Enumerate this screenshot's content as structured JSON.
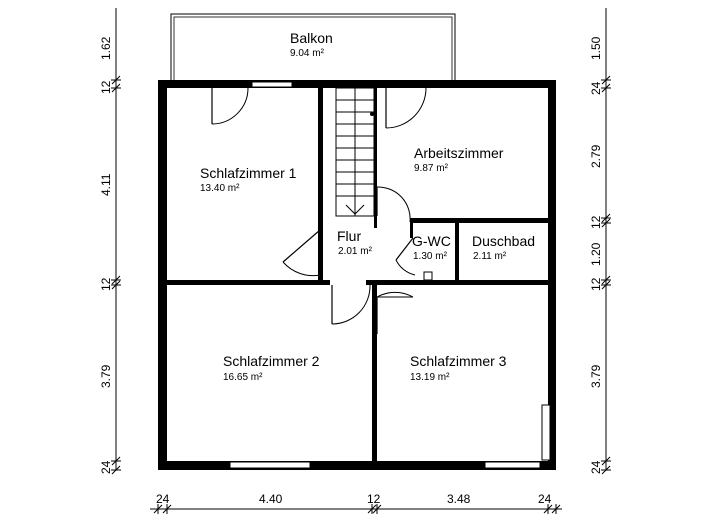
{
  "rooms": {
    "balkon": {
      "name": "Balkon",
      "area": "9.04 m²"
    },
    "schlafzimmer1": {
      "name": "Schlafzimmer 1",
      "area": "13.40 m²"
    },
    "arbeitszimmer": {
      "name": "Arbeitszimmer",
      "area": "9.87 m²"
    },
    "flur": {
      "name": "Flur",
      "area": "2.01 m²"
    },
    "gwc": {
      "name": "G-WC",
      "area": "1.30 m²"
    },
    "duschbad": {
      "name": "Duschbad",
      "area": "2.11 m²"
    },
    "schlafzimmer2": {
      "name": "Schlafzimmer 2",
      "area": "16.65 m²"
    },
    "schlafzimmer3": {
      "name": "Schlafzimmer 3",
      "area": "13.19 m²"
    }
  },
  "dimensions": {
    "left": [
      "1.62",
      "12",
      "4.11",
      "12",
      "3.79",
      "24"
    ],
    "right": [
      "1.50",
      "24",
      "2.79",
      "12",
      "1.20",
      "12",
      "3.79",
      "24"
    ],
    "bottom": [
      "24",
      "4.40",
      "12",
      "3.48",
      "24"
    ]
  }
}
